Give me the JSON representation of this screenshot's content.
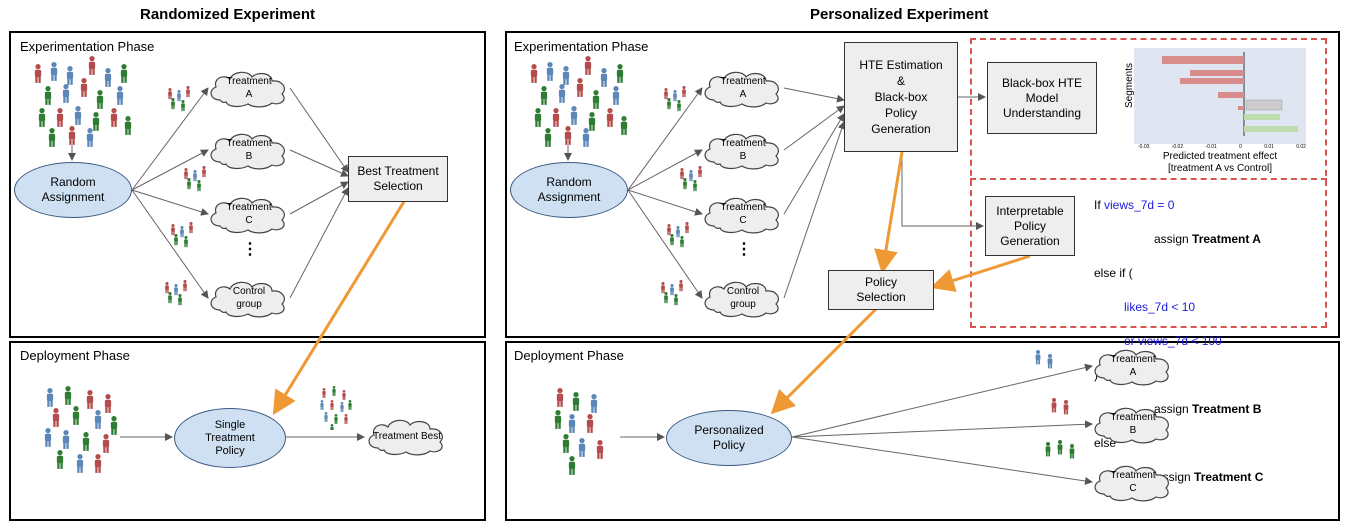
{
  "titles": {
    "left": "Randomized Experiment",
    "right": "Personalized Experiment"
  },
  "phases": {
    "experimentation": "Experimentation Phase",
    "deployment": "Deployment Phase"
  },
  "random_assignment": "Random\nAssignment",
  "treatments": {
    "a": "Treatment\nA",
    "b": "Treatment\nB",
    "c": "Treatment\nC",
    "control": "Control\ngroup",
    "best": "Treatment Best"
  },
  "ellipsis": "⋮",
  "best_treatment_selection": "Best Treatment\nSelection",
  "single_policy": "Single\nTreatment\nPolicy",
  "hte_estimation": "HTE Estimation\n&\nBlack-box\nPolicy\nGeneration",
  "blackbox_understanding": "Black-box HTE\nModel\nUnderstanding",
  "interpretable_policy": "Interpretable\nPolicy\nGeneration",
  "policy_selection": "Policy\nSelection",
  "personalized_policy": "Personalized\nPolicy",
  "hte_chart": {
    "ylabel": "Segments",
    "xlabel": "Predicted treatment effect",
    "xlabel2": "[treatment A vs Control]",
    "ticks": [
      "-0.03",
      "-0.02",
      "-0.01",
      "0",
      "0.01",
      "0.02"
    ]
  },
  "policy_code": {
    "line1_pre": "If ",
    "line1_cond": "views_7d = 0",
    "line2_pre": "assign ",
    "line2_bold": "Treatment A",
    "line3": "else if (",
    "line4": "likes_7d < 10",
    "line5": "or views_7d < 100",
    "line6": ")",
    "line7_pre": "assign ",
    "line7_bold": "Treatment B",
    "line8": "else",
    "line9_pre": "assign ",
    "line9_bold": "Treatment C"
  },
  "colors": {
    "person_red": "#b34d4d",
    "person_blue": "#5b87b8",
    "person_green": "#2e7d32",
    "ellipse_fill": "#cfe0f3",
    "box_fill": "#eeeeee",
    "orange_arrow": "#ee9933",
    "dashed_border": "#d9534f",
    "code_keyword": "#1a1adf"
  },
  "icons": [
    "person-icon",
    "cloud-icon",
    "arrow-icon"
  ]
}
